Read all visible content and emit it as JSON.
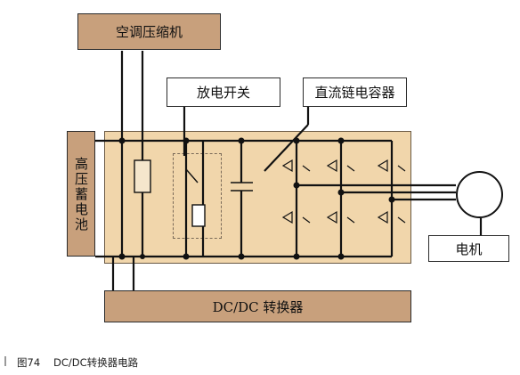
{
  "diagram": {
    "compressor_label": "空调压缩机",
    "battery_label": "高压蓄电池",
    "discharge_switch_label": "放电开关",
    "dc_link_capacitor_label": "直流链电容器",
    "dcdc_label": "DC/DC 转换器",
    "motor_label": "电机",
    "colors": {
      "box_fill": "#c8a07c",
      "panel_fill": "#f1d6ab",
      "wire": "#111111"
    }
  },
  "caption": {
    "fig_no": "图74",
    "text": "DC/DC转换器电路"
  }
}
